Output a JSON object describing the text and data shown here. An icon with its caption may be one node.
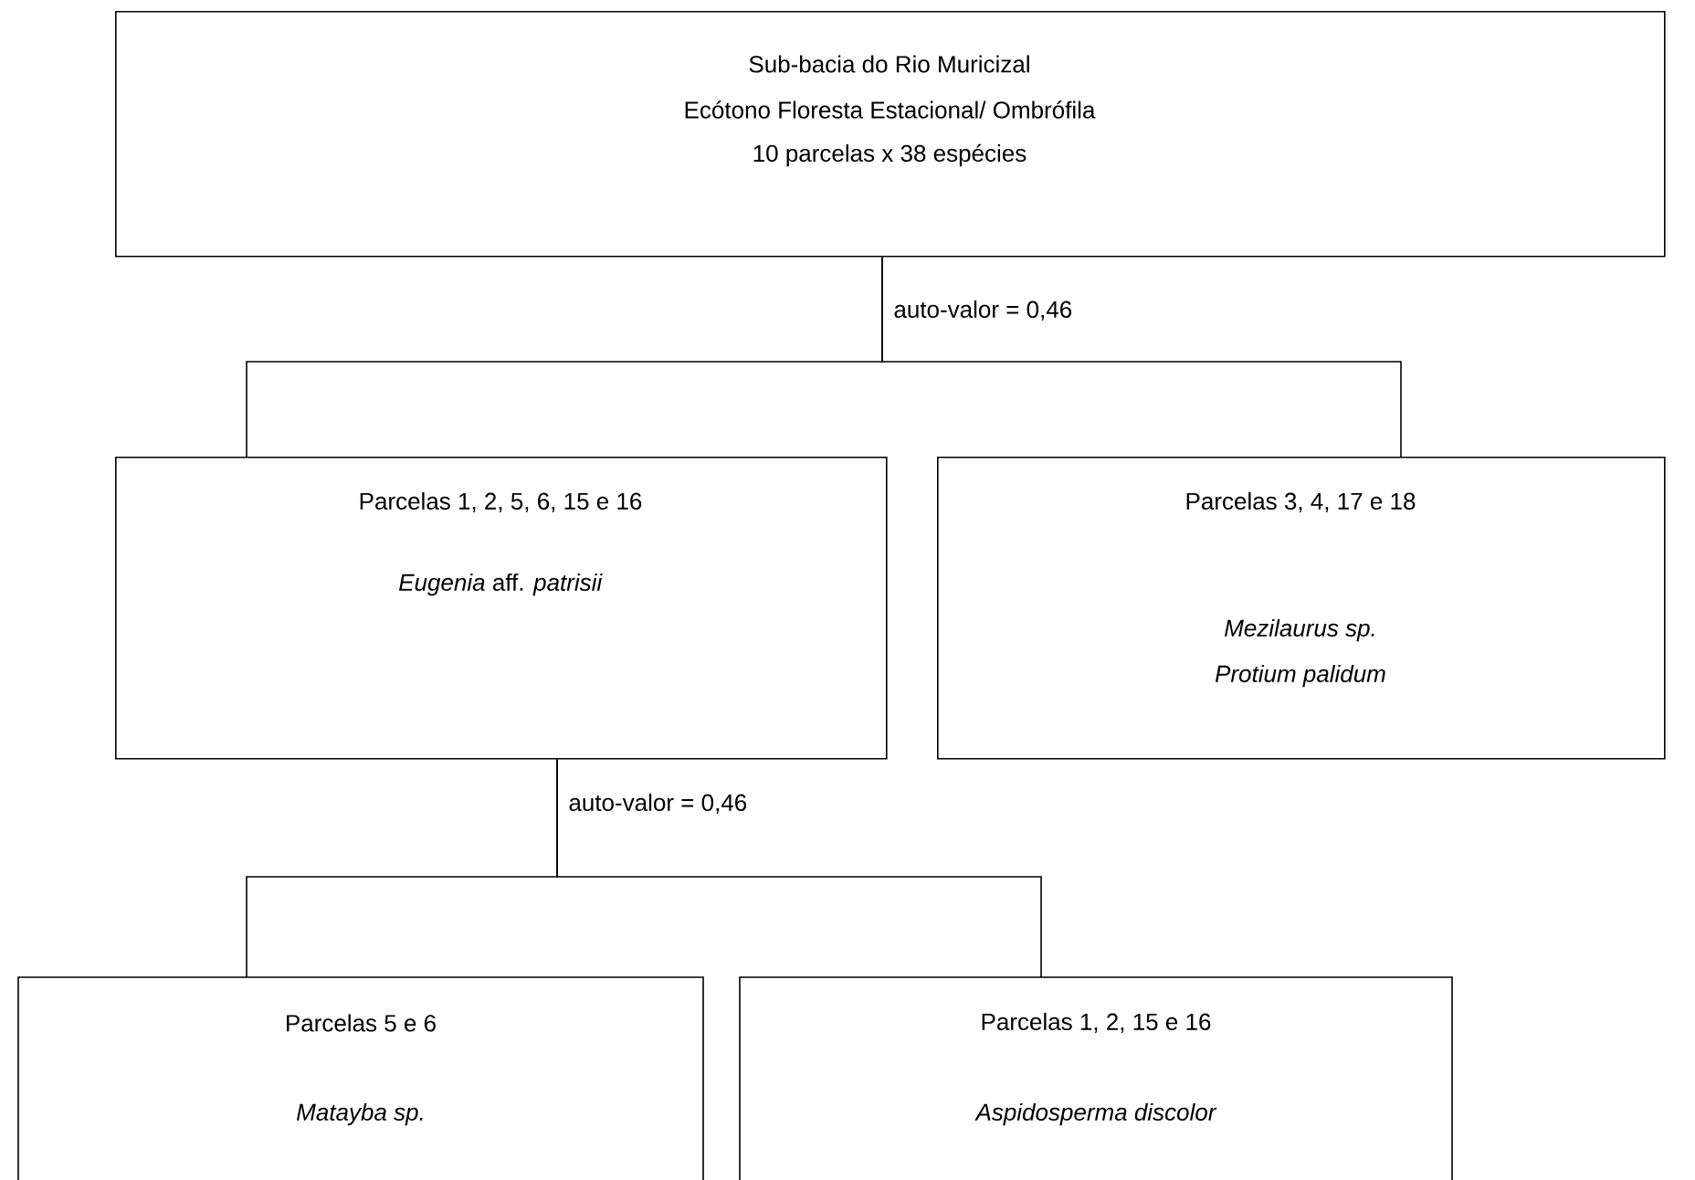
{
  "diagram": {
    "nodes": [
      {
        "text": [
          "Sub-bacia do Rio Muricizal",
          "Ecótono Floresta Estacional/ Ombrófila",
          "10 parcelas x 38 espécies"
        ]
      },
      {
        "text": [
          "Parcelas 1, 2, 5, 6, 15 e 16",
          "*Eugenia* aff. *patrisii*"
        ]
      },
      {
        "text": [
          "Parcelas 3, 4, 17 e 18",
          "Mezilaurus sp.",
          "Protium palidum"
        ]
      },
      {
        "text": [
          "Parcelas 5 e 6",
          "Matayba sp."
        ]
      },
      {
        "text": [
          "Parcelas 1, 2, 15 e 16",
          "Aspidosperma discolor"
        ]
      }
    ],
    "edges": [
      {
        "from": 0,
        "to": 1,
        "arrow": "none",
        "label": "auto-valor = 0,46"
      },
      {
        "from": 0,
        "to": 2,
        "arrow": "none"
      },
      {
        "from": 1,
        "to": 3,
        "arrow": "none",
        "label": "auto-valor = 0,46"
      },
      {
        "from": 1,
        "to": 4,
        "arrow": "none"
      }
    ]
  }
}
